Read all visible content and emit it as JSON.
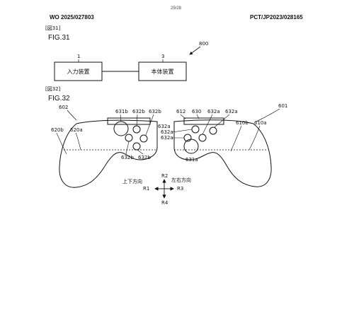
{
  "header": {
    "page_number": "25/28",
    "publication_number": "WO 2025/027803",
    "application_number": "PCT/JP2023/028165"
  },
  "figure_31": {
    "tag": "[図31]",
    "title": "FIG.31",
    "system_ref": "800",
    "input_device": {
      "ref": "1",
      "label": "入力装置"
    },
    "main_device": {
      "ref": "3",
      "label": "本体装置"
    }
  },
  "figure_32": {
    "tag": "[図32]",
    "title": "FIG.32",
    "left_controller": {
      "ref": "602",
      "labels": [
        "620b",
        "620a",
        "631b",
        "632b",
        "632b",
        "632b",
        "632b"
      ]
    },
    "right_controller": {
      "ref": "601",
      "labels": [
        "612",
        "630",
        "632a",
        "632a",
        "632a",
        "632a",
        "610b",
        "610a",
        "631a"
      ]
    },
    "center_labels": [
      "632a"
    ],
    "directions": {
      "up_down": "上下方向",
      "left_right": "左右方向",
      "r1": "R1",
      "r2": "R2",
      "r3": "R3",
      "r4": "R4"
    }
  }
}
